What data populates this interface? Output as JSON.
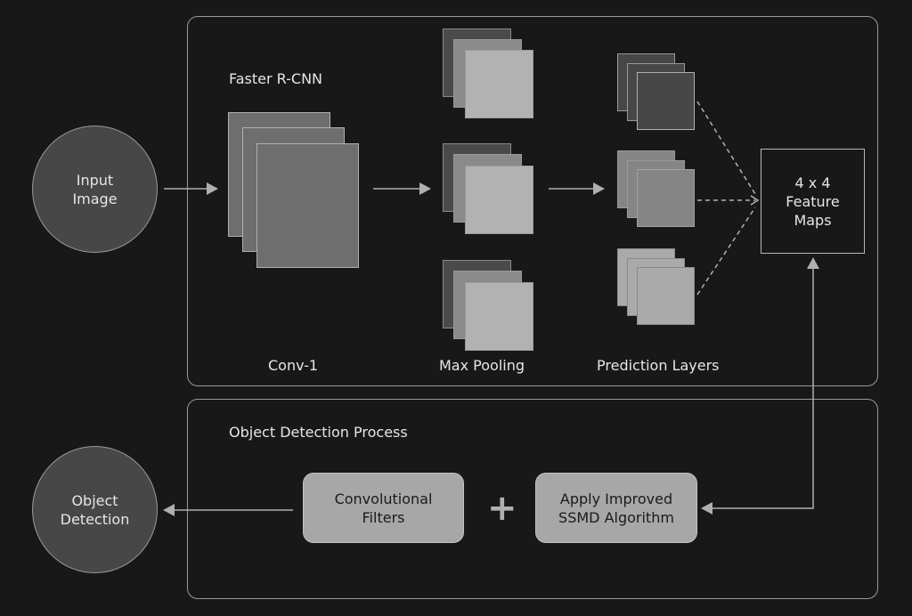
{
  "nodes": {
    "input_image": "Input\nImage",
    "object_detection": "Object\nDetection",
    "feature_maps": "4 x 4\nFeature\nMaps",
    "convolutional_filters": "Convolutional\nFilters",
    "apply_ssmd": "Apply Improved\nSSMD Algorithm",
    "plus_sign": "+"
  },
  "panels": {
    "faster_rcnn": {
      "title": "Faster R-CNN",
      "stages": [
        "Conv-1",
        "Max Pooling",
        "Prediction Layers"
      ]
    },
    "object_detection_process": {
      "title": "Object Detection Process"
    }
  },
  "colors": {
    "background": "#181818",
    "panel_border": "#9a9a9a",
    "node_fill": "#474747",
    "box_fill": "#a7a7a7",
    "arrow": "#b0b0b0"
  }
}
